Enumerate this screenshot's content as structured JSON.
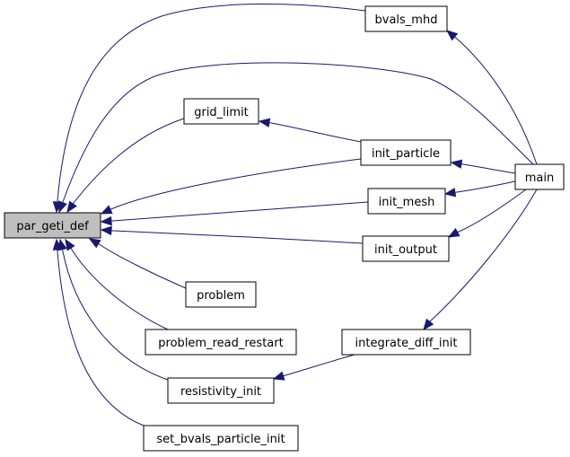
{
  "colors": {
    "edge": "#191970",
    "node_fill": "#ffffff",
    "focus_fill": "#bfbfbf",
    "border": "#000000"
  },
  "nodes": {
    "par_geti_def": "par_geti_def",
    "bvals_mhd": "bvals_mhd",
    "grid_limit": "grid_limit",
    "init_particle": "init_particle",
    "init_mesh": "init_mesh",
    "init_output": "init_output",
    "main": "main",
    "problem": "problem",
    "problem_read_restart": "problem_read_restart",
    "integrate_diff_init": "integrate_diff_init",
    "resistivity_init": "resistivity_init",
    "set_bvals_particle_init": "set_bvals_particle_init"
  },
  "edges": [
    {
      "from": "bvals_mhd",
      "to": "par_geti_def"
    },
    {
      "from": "main",
      "to": "par_geti_def"
    },
    {
      "from": "grid_limit",
      "to": "par_geti_def"
    },
    {
      "from": "init_particle",
      "to": "par_geti_def"
    },
    {
      "from": "init_mesh",
      "to": "par_geti_def"
    },
    {
      "from": "init_output",
      "to": "par_geti_def"
    },
    {
      "from": "problem",
      "to": "par_geti_def"
    },
    {
      "from": "problem_read_restart",
      "to": "par_geti_def"
    },
    {
      "from": "resistivity_init",
      "to": "par_geti_def"
    },
    {
      "from": "set_bvals_particle_init",
      "to": "par_geti_def"
    },
    {
      "from": "init_particle",
      "to": "grid_limit"
    },
    {
      "from": "main",
      "to": "bvals_mhd"
    },
    {
      "from": "main",
      "to": "init_particle"
    },
    {
      "from": "main",
      "to": "init_mesh"
    },
    {
      "from": "main",
      "to": "init_output"
    },
    {
      "from": "main",
      "to": "integrate_diff_init"
    },
    {
      "from": "integrate_diff_init",
      "to": "resistivity_init"
    }
  ]
}
